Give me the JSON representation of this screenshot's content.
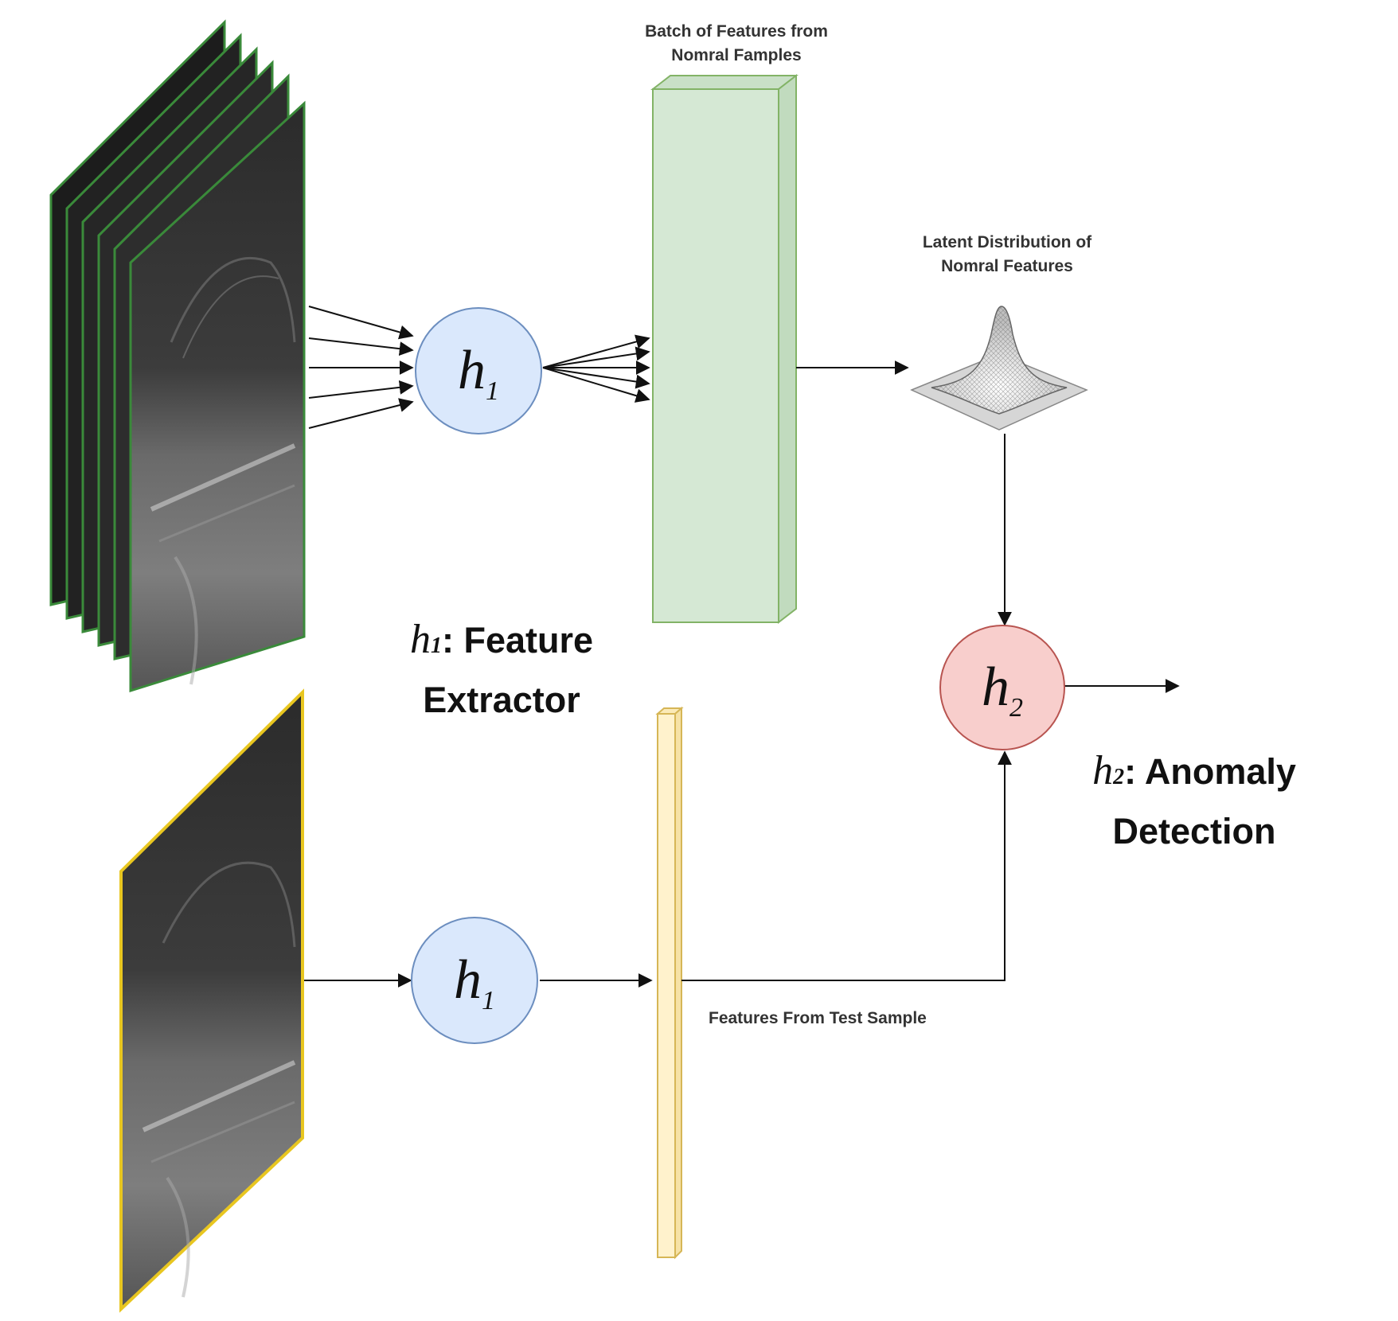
{
  "labels": {
    "batch_features": "Batch of Features from\nNomral Famples",
    "latent_distribution": "Latent Distribution of\nNomral Features",
    "test_features": "Features From Test Sample",
    "h1_symbol": "h",
    "h1_sub": "1",
    "h1_caption": ": Feature\nExtractor",
    "h2_symbol": "h",
    "h2_sub": "2",
    "h2_caption": ": Anomaly\nDetection"
  },
  "nodes": {
    "h1_top": {
      "symbol": "h",
      "sub": "1"
    },
    "h1_bottom": {
      "symbol": "h",
      "sub": "1"
    },
    "h2": {
      "symbol": "h",
      "sub": "2"
    }
  },
  "colors": {
    "h1_fill": "#dae8fc",
    "h1_stroke": "#6c8ebf",
    "h2_fill": "#f8cecc",
    "h2_stroke": "#b85450",
    "normal_bar_fill": "#d5e8d4",
    "normal_bar_stroke": "#82b366",
    "test_bar_fill": "#fff2cc",
    "test_bar_stroke": "#d6b656",
    "normal_frame_border": "#3a8a3a",
    "test_frame_border": "#e8c620"
  },
  "icons": {
    "normal_stack": "image-stack-icon",
    "test_image": "image-icon",
    "gaussian": "gaussian-surface-icon"
  }
}
